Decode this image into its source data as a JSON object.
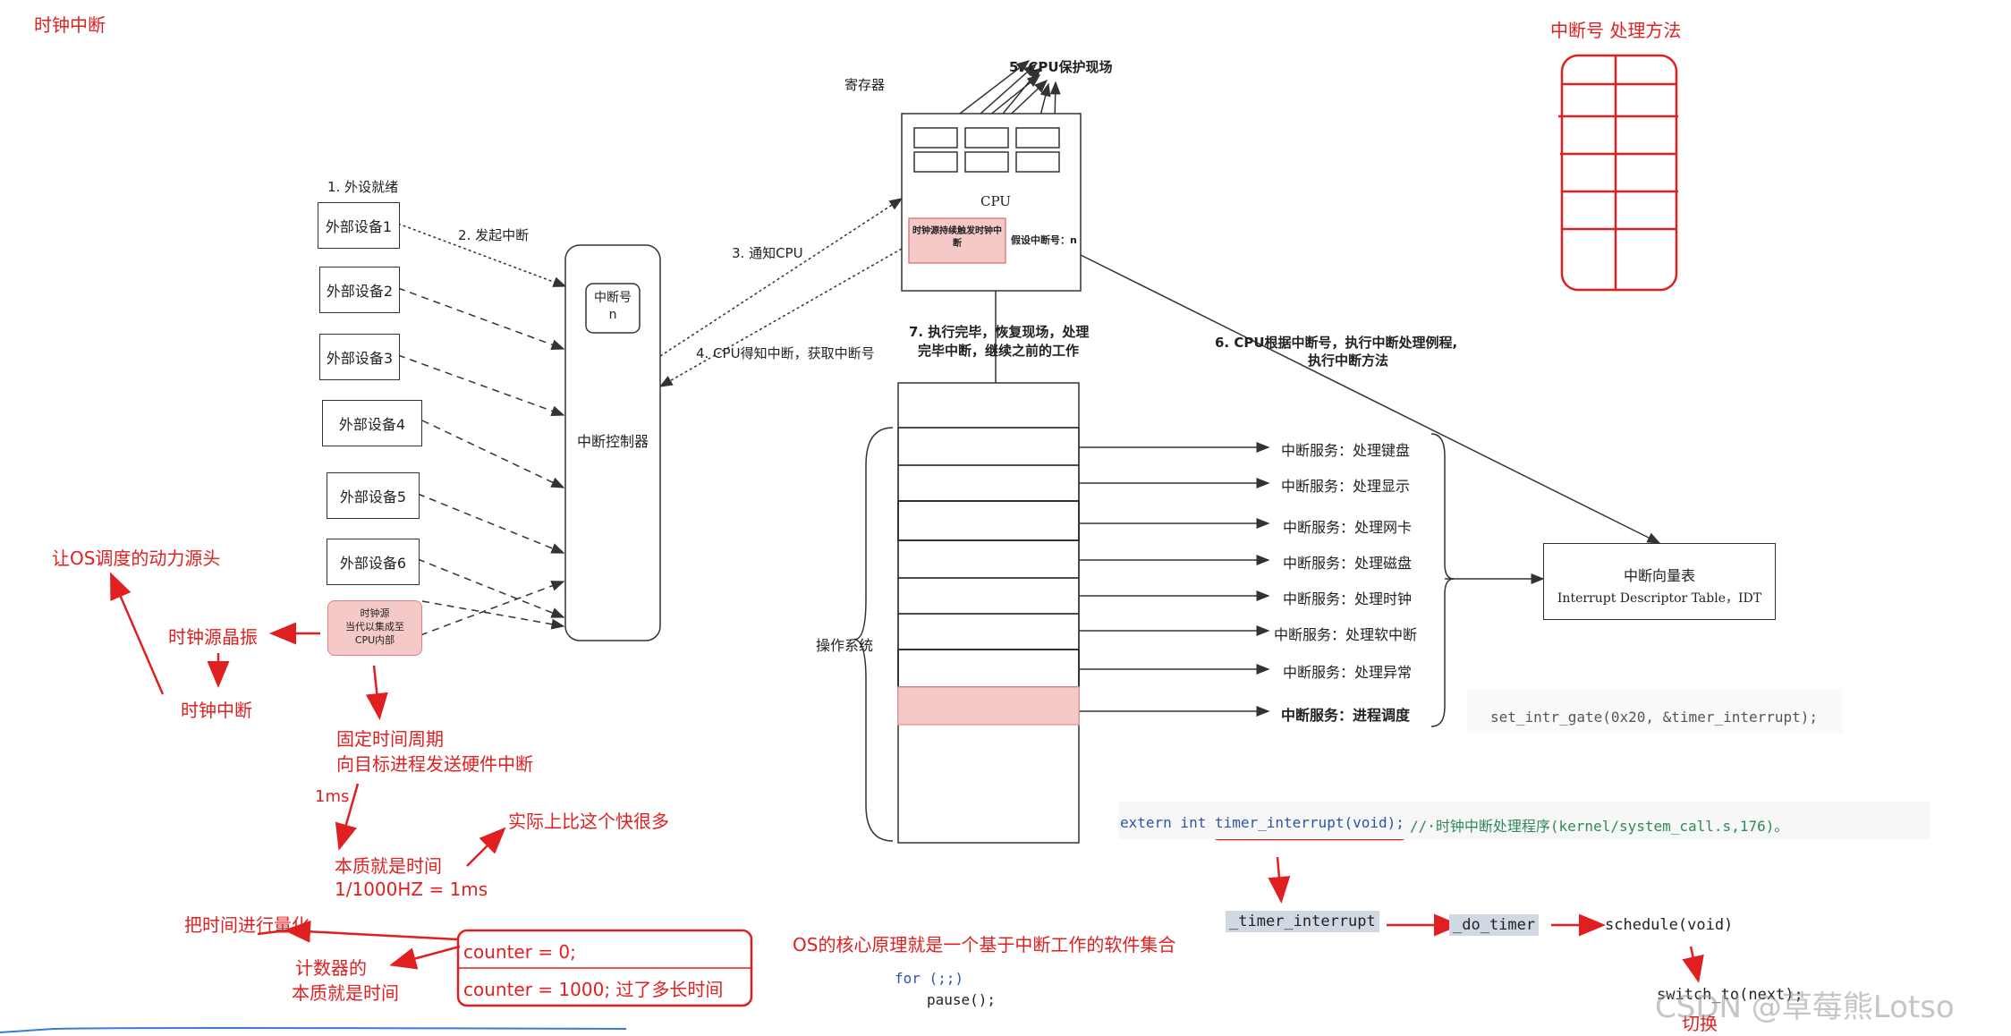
{
  "title": "时钟中断",
  "top_right_label": "中断号 处理方法",
  "steps": {
    "s1": "1. 外设就绪",
    "s2": "2. 发起中断",
    "s3": "3. 通知CPU",
    "s4": "4. CPU得知中断，获取中断号",
    "s5": "5. CPU保护现场",
    "s6_line1": "6. CPU根据中断号，执行中断处理例程,",
    "s6_line2": "执行中断方法",
    "s7_line1": "7. 执行完毕，恢复现场，处理",
    "s7_line2": "完毕中断，继续之前的工作"
  },
  "register_label": "寄存器",
  "cpu_label": "CPU",
  "cpu_clock_box": "时钟源持续触发时钟中断",
  "cpu_assumed_irq": "假设中断号：n",
  "devices": [
    "外部设备1",
    "外部设备2",
    "外部设备3",
    "外部设备4",
    "外部设备5",
    "外部设备6"
  ],
  "clock_source_lines": [
    "时钟源",
    "当代以集成至",
    "CPU内部"
  ],
  "controller": {
    "irq_label": "中断号",
    "irq_value": "n",
    "name": "中断控制器"
  },
  "os_label": "操作系统",
  "services": [
    {
      "text": "中断服务：处理键盘",
      "bold": false
    },
    {
      "text": "中断服务：处理显示",
      "bold": false
    },
    {
      "text": "中断服务：处理网卡",
      "bold": false
    },
    {
      "text": "中断服务：处理磁盘",
      "bold": false
    },
    {
      "text": "中断服务：处理时钟",
      "bold": false
    },
    {
      "text": "中断服务：处理软中断",
      "bold": false
    },
    {
      "text": "中断服务：处理异常",
      "bold": false
    },
    {
      "text": "中断服务：进程调度",
      "bold": true
    }
  ],
  "idt": {
    "name": "中断向量表",
    "sub": "Interrupt Descriptor Table，IDT"
  },
  "notes": {
    "os_power": "让OS调度的动力源头",
    "crystal": "时钟源晶振",
    "clock_irq": "时钟中断",
    "fixed_period": "固定时间周期",
    "send_hw": "向目标进程发送硬件中断",
    "one_ms": "1ms",
    "essence_time": "本质就是时间",
    "formula": "1/1000HZ = 1ms",
    "faster": "实际上比这个快很多",
    "quantize": "把时间进行量化",
    "counter_essence1": "计数器的",
    "counter_essence2": "本质就是时间",
    "counter0": "counter = 0;",
    "counter1000": "counter = 1000; 过了多长时间",
    "os_core": "OS的核心原理就是一个基于中断工作的软件集合",
    "switch": "切换"
  },
  "code": {
    "set_intr_gate": "set_intr_gate(0x20, &timer_interrupt);",
    "extern_decl": "extern int timer_interrupt(void);",
    "extern_comment": "//·时钟中断处理程序(kernel/system_call.s,176)。",
    "timer_interrupt": "_timer_interrupt",
    "do_timer": "_do_timer",
    "schedule": "schedule(void)",
    "for_loop": "for (;;)",
    "pause": "pause();",
    "switch_to": "switch_to(next);"
  },
  "watermark": "CSDN @草莓熊Lotso"
}
